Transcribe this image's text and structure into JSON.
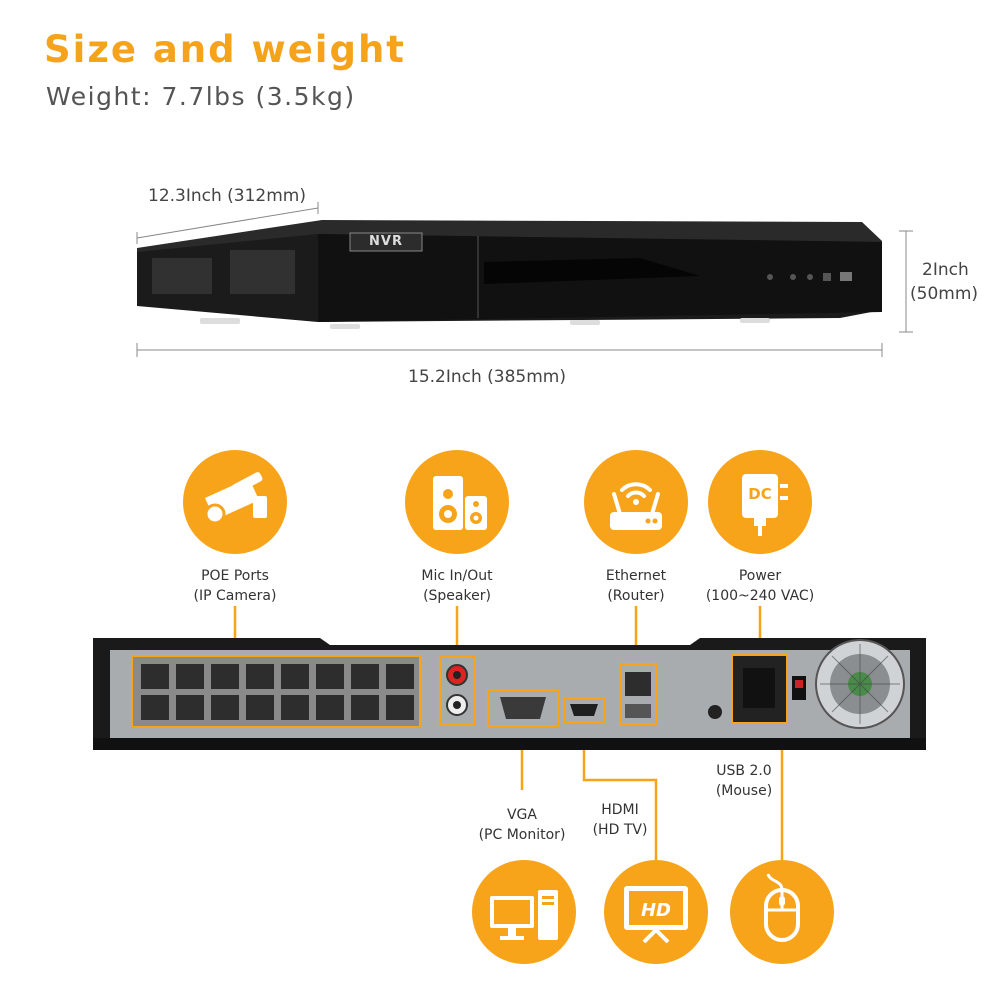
{
  "header": {
    "title": "Size and weight",
    "weight": "Weight: 7.7lbs (3.5kg)"
  },
  "dimensions": {
    "depth": "12.3Inch (312mm)",
    "width": "15.2Inch (385mm)",
    "height_line1": "2Inch",
    "height_line2": "(50mm)"
  },
  "front_panel": {
    "badge": "NVR"
  },
  "ports": {
    "poe": {
      "line1": "POE Ports",
      "line2": "(IP Camera)",
      "icon": "camera-icon"
    },
    "mic": {
      "line1": "Mic In/Out",
      "line2": "(Speaker)",
      "icon": "speaker-icon"
    },
    "ethernet": {
      "line1": "Ethernet",
      "line2": "(Router)",
      "icon": "router-icon"
    },
    "power": {
      "line1": "Power",
      "line2": "(100~240 VAC)",
      "icon": "power-adapter-icon",
      "icon_text": "DC"
    },
    "usb": {
      "line1": "USB 2.0",
      "line2": "(Mouse)",
      "icon": "mouse-icon"
    },
    "vga": {
      "line1": "VGA",
      "line2": "(PC Monitor)",
      "icon": "computer-icon"
    },
    "hdmi": {
      "line1": "HDMI",
      "line2": "(HD TV)",
      "icon": "hd-tv-icon",
      "icon_text": "HD"
    }
  },
  "colors": {
    "accent": "#f7a41b",
    "device_body": "#1c1c1c",
    "back_panel": "#a9acaf"
  }
}
